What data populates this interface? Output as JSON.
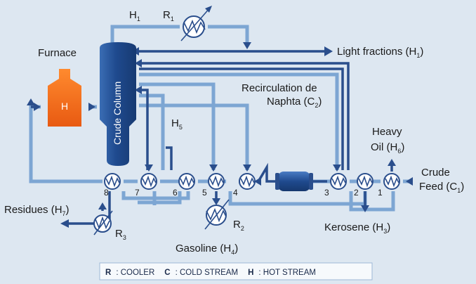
{
  "labels": {
    "h1_top": "H",
    "h1_top_sub": "1",
    "r1": "R",
    "r1_sub": "1",
    "furnace": "Furnace",
    "furnace_h": "H",
    "column": "Crude Column",
    "light": "Light fractions (H",
    "light_sub": "1",
    "light_end": ")",
    "recirc_1": "Recirculation de",
    "recirc_2": "Naphta (C",
    "recirc_sub": "2",
    "recirc_end": ")",
    "h5": "H",
    "h5_sub": "5",
    "heavy_1": "Heavy",
    "heavy_2": "Oil (H",
    "heavy_sub": "6",
    "heavy_end": ")",
    "crude_1": "Crude",
    "crude_2": "Feed (C",
    "crude_sub": "1",
    "crude_end": ")",
    "residues": "Residues (H",
    "residues_sub": "7",
    "residues_end": ")",
    "r3": "R",
    "r3_sub": "3",
    "r2": "R",
    "r2_sub": "2",
    "gasoline": "Gasoline (H",
    "gasoline_sub": "4",
    "gasoline_end": ")",
    "kerosene": "Kerosene (H",
    "kerosene_sub": "3",
    "kerosene_end": ")"
  },
  "exchangers": [
    "8",
    "7",
    "6",
    "5",
    "4",
    "3",
    "2",
    "1"
  ],
  "legend": {
    "r_key": "R",
    "r_text": ": COOLER",
    "c_key": "C",
    "c_text": ": COLD STREAM",
    "h_key": "H",
    "h_text": ": HOT STREAM"
  },
  "colors": {
    "background": "#dde7f1",
    "cold_pipe": "#7da6d3",
    "hot_pipe": "#2a4e8c",
    "column": "#1f4a8e",
    "furnace": "#f26b1d"
  }
}
